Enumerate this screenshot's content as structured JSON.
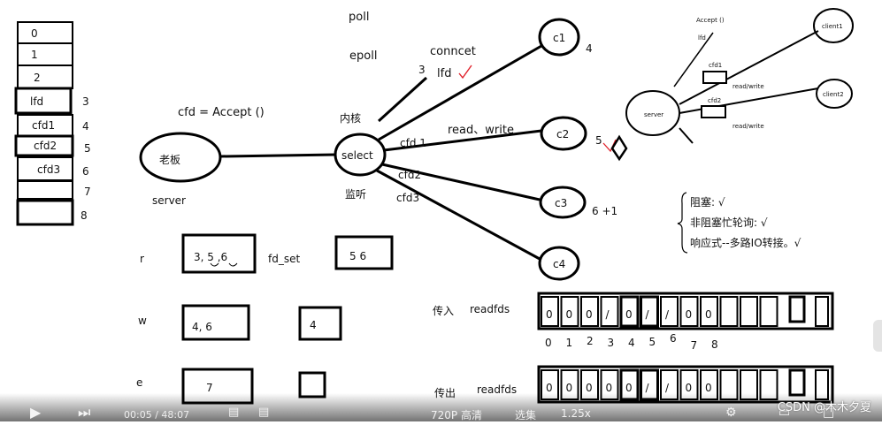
{
  "fd_column": {
    "cells": [
      "0",
      "1",
      "2",
      "lfd",
      "cfd1",
      "cfd2",
      "cfd3",
      "",
      ""
    ],
    "numbers": [
      "3",
      "4",
      "5",
      "6",
      "7",
      "8"
    ]
  },
  "top": {
    "poll": "poll",
    "epoll": "epoll",
    "conncet": "conncet",
    "lfd_num": "3",
    "lfd": "lfd"
  },
  "labels": {
    "cfd_accept": "cfd = Accept ()",
    "kernel": "内核",
    "boss": "老板",
    "server": "server",
    "select": "select",
    "listen": "监听",
    "read_write": "read、write",
    "cfd1": "cfd 1",
    "cfd2": "cfd2",
    "cfd3": "cfd3"
  },
  "clients": [
    {
      "label": "c1",
      "note": "4"
    },
    {
      "label": "c2",
      "note": "5"
    },
    {
      "label": "c3",
      "note": "6 +1"
    },
    {
      "label": "c4",
      "note": ""
    }
  ],
  "mini_diagram": {
    "accept": "Accept ()",
    "lfd": "lfd",
    "server": "server",
    "cfd1": "cfd1",
    "cfd2": "cfd2",
    "read_write_1": "read/write",
    "read_write_2": "read/write",
    "client1": "client1",
    "client2": "client2"
  },
  "modes": [
    "阻塞: √",
    "非阻塞忙轮询: √",
    "响应式--多路IO转接。√"
  ],
  "sets": {
    "r": {
      "label": "r",
      "value": "3, 5 ,6",
      "copy": "5   6"
    },
    "w": {
      "label": "w",
      "value": "4, 6",
      "copy": "4"
    },
    "e": {
      "label": "e",
      "value": "7",
      "copy": ""
    },
    "fd_set": "fd_set"
  },
  "bitmap": {
    "in_label": "传入",
    "out_label": "传出",
    "name": "readfds",
    "in_bits": [
      "0",
      "0",
      "0",
      "/",
      "0",
      "/",
      "/",
      "0",
      "0"
    ],
    "out_bits": [
      "0",
      "0",
      "0",
      "0",
      "0",
      "/",
      "/",
      "0",
      "0"
    ],
    "indices": [
      "0",
      "1",
      "2",
      "3",
      "4",
      "5",
      "6",
      "7",
      "8"
    ]
  },
  "player": {
    "time": "00:05 / 48:07",
    "quality": "720P 高清",
    "select": "选集",
    "speed": "1.25x",
    "watermark": "CSDN @木木夕夏"
  }
}
